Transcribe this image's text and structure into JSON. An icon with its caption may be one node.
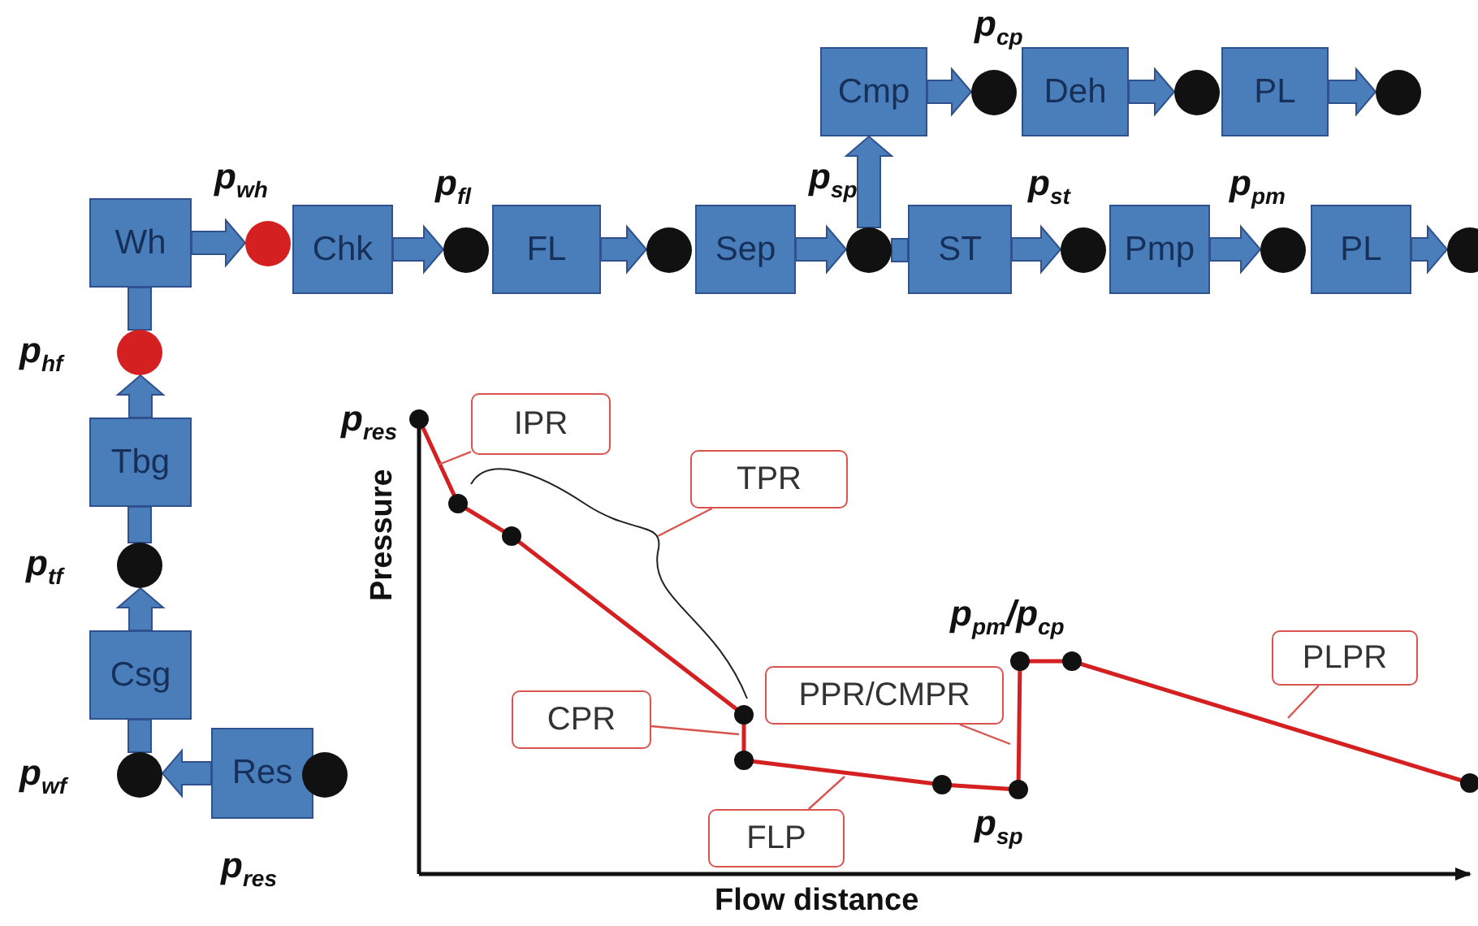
{
  "diagram": {
    "nodes": [
      {
        "text": [
          "Cmp"
        ]
      },
      {
        "text": [],
        "shape": "circle",
        "beside": [
          "p$_{cp}$"
        ]
      },
      {
        "text": [
          "Deh"
        ]
      },
      {
        "text": [],
        "shape": "circle"
      },
      {
        "text": [
          "PL"
        ]
      },
      {
        "text": [],
        "shape": "circle"
      },
      {
        "text": [
          "Wh"
        ]
      },
      {
        "text": [],
        "shape": "circle",
        "beside": [
          "p$_{wh}$"
        ]
      },
      {
        "text": [
          "Chk"
        ]
      },
      {
        "text": [],
        "shape": "circle",
        "beside": [
          "p$_{fl}$"
        ]
      },
      {
        "text": [
          "FL"
        ]
      },
      {
        "text": [],
        "shape": "circle"
      },
      {
        "text": [
          "Sep"
        ]
      },
      {
        "text": [],
        "shape": "circle",
        "beside": [
          "p$_{sp}$"
        ]
      },
      {
        "text": [
          "ST"
        ]
      },
      {
        "text": [],
        "shape": "circle",
        "beside": [
          "p$_{st}$"
        ]
      },
      {
        "text": [
          "Pmp"
        ]
      },
      {
        "text": [],
        "shape": "circle",
        "beside": [
          "p$_{pm}$"
        ]
      },
      {
        "text": [
          "PL"
        ]
      },
      {
        "text": [],
        "shape": "circle"
      },
      {
        "text": [],
        "shape": "circle",
        "beside": [
          "p$_{hf}$"
        ]
      },
      {
        "text": [
          "Tbg"
        ]
      },
      {
        "text": [],
        "shape": "circle",
        "beside": [
          "p$_{tf}$"
        ]
      },
      {
        "text": [
          "Csg"
        ]
      },
      {
        "text": [],
        "shape": "circle",
        "beside": [
          "p$_{wf}$"
        ]
      },
      {
        "text": [
          "Res"
        ],
        "beside": [
          "p$_{res}$"
        ]
      },
      {
        "text": [],
        "shape": "circle"
      },
      {
        "text": [
          "IPR"
        ]
      },
      {
        "text": [
          "TPR"
        ]
      },
      {
        "text": [
          "CPR"
        ]
      },
      {
        "text": [
          "PPR/CMPR"
        ]
      },
      {
        "text": [
          "FLP"
        ]
      },
      {
        "text": [
          "PLPR"
        ]
      }
    ],
    "edges": [
      {
        "from": 25,
        "to": 24,
        "arrow": "to"
      },
      {
        "from": 24,
        "to": 23,
        "arrow": "none"
      },
      {
        "from": 23,
        "to": 22,
        "arrow": "to"
      },
      {
        "from": 22,
        "to": 21,
        "arrow": "none"
      },
      {
        "from": 21,
        "to": 20,
        "arrow": "to"
      },
      {
        "from": 20,
        "to": 6,
        "arrow": "none"
      },
      {
        "from": 6,
        "to": 7,
        "arrow": "to"
      },
      {
        "from": 8,
        "to": 9,
        "arrow": "to"
      },
      {
        "from": 10,
        "to": 11,
        "arrow": "to"
      },
      {
        "from": 12,
        "to": 13,
        "arrow": "to"
      },
      {
        "from": 13,
        "to": 0,
        "arrow": "to"
      },
      {
        "from": 13,
        "to": 14,
        "arrow": "none"
      },
      {
        "from": 14,
        "to": 15,
        "arrow": "to"
      },
      {
        "from": 16,
        "to": 17,
        "arrow": "to"
      },
      {
        "from": 18,
        "to": 19,
        "arrow": "to"
      },
      {
        "from": 0,
        "to": 1,
        "arrow": "to"
      },
      {
        "from": 2,
        "to": 3,
        "arrow": "to"
      },
      {
        "from": 4,
        "to": 5,
        "arrow": "to"
      },
      {
        "from": 27,
        "to": null,
        "arrow": "none"
      },
      {
        "from": 28,
        "to": null,
        "arrow": "none"
      },
      {
        "from": 29,
        "to": null,
        "arrow": "none"
      },
      {
        "from": 30,
        "to": null,
        "arrow": "none"
      },
      {
        "from": 31,
        "to": null,
        "arrow": "none"
      },
      {
        "from": 32,
        "to": null,
        "arrow": "none"
      }
    ],
    "labels": [
      "Pressure",
      "Flow distance",
      "p$_{res}$",
      "p$_{pm}$/p$_{cp}$",
      "p$_{sp}$"
    ]
  }
}
